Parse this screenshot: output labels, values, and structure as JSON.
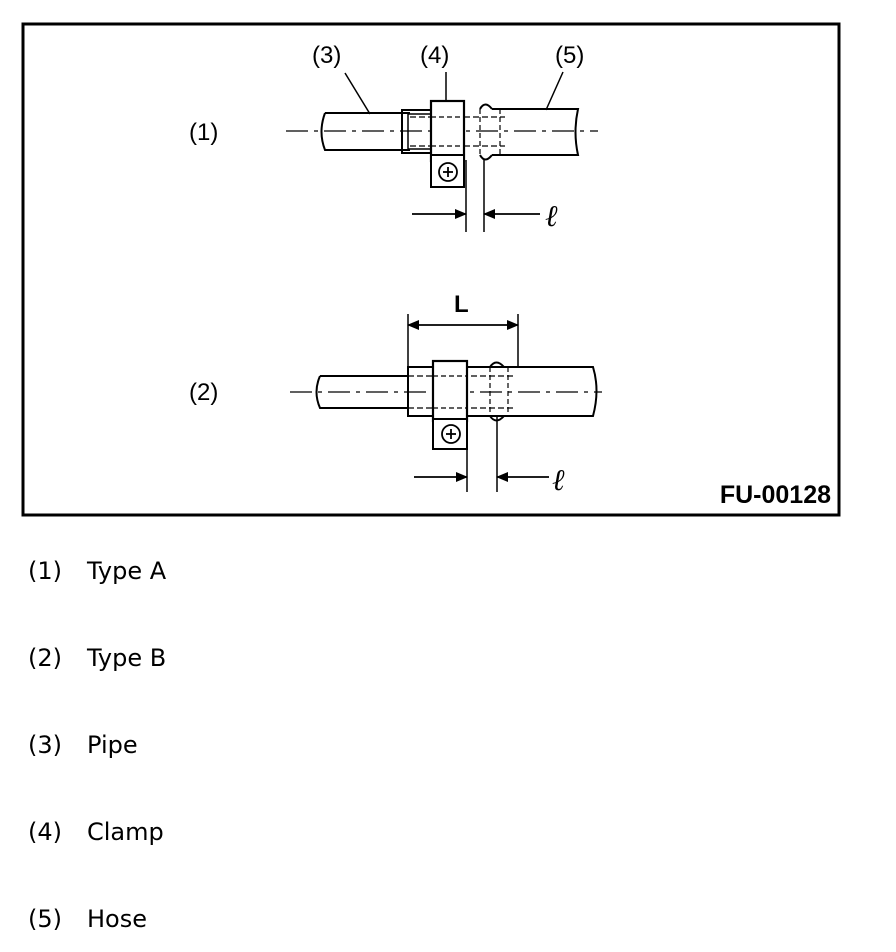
{
  "figure": {
    "code": "FU-00128",
    "callouts": {
      "type_a": "(1)",
      "type_b": "(2)",
      "pipe": "(3)",
      "clamp": "(4)",
      "hose": "(5)"
    },
    "dimensions": {
      "clearance": "ℓ",
      "length": "L"
    }
  },
  "legend": [
    {
      "num": "(1)",
      "label": "Type A"
    },
    {
      "num": "(2)",
      "label": "Type B"
    },
    {
      "num": "(3)",
      "label": "Pipe"
    },
    {
      "num": "(4)",
      "label": "Clamp"
    },
    {
      "num": "(5)",
      "label": "Hose"
    }
  ]
}
